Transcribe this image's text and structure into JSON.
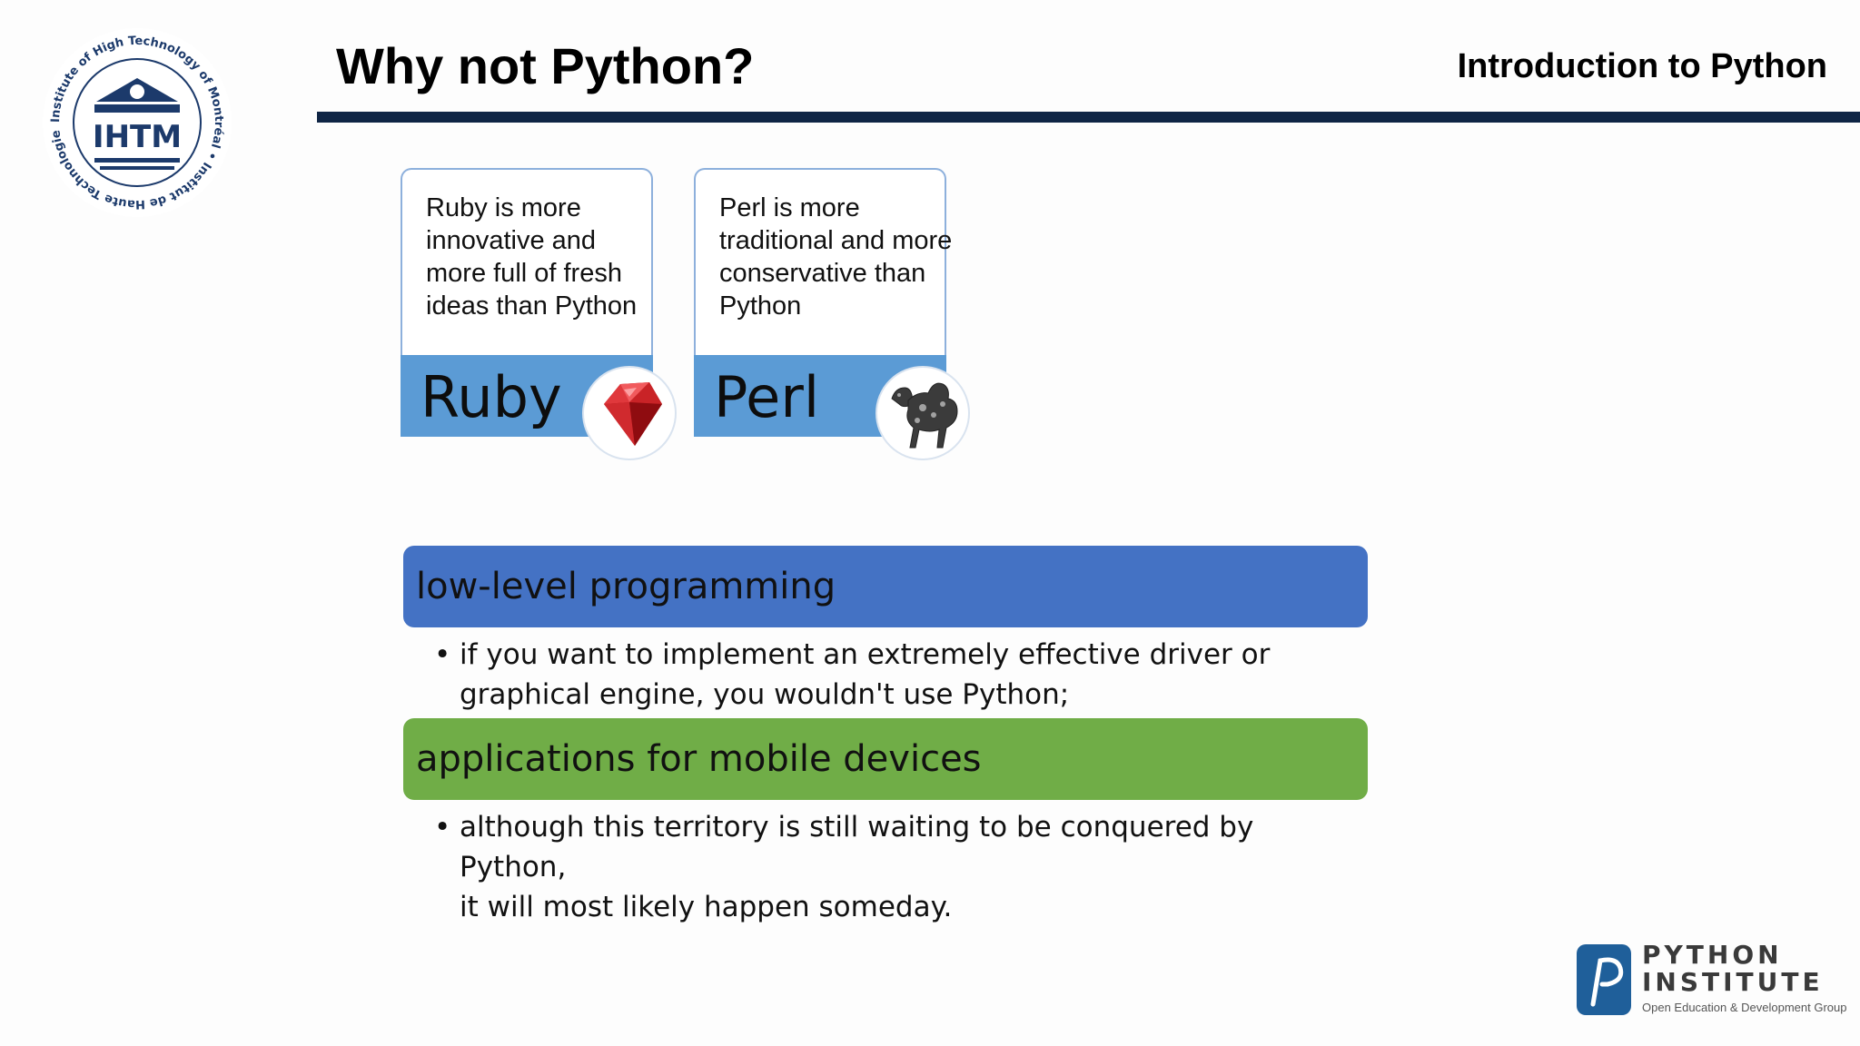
{
  "header": {
    "title": "Why not Python?",
    "subtitle": "Introduction to Python"
  },
  "logo": {
    "icon": "ihtm-logo-icon",
    "center_text": "IHTM",
    "ring_text": "Institute of High Technology of Montréal • Institut de Haute Technologie de Montréal •"
  },
  "cards": [
    {
      "description": "Ruby is more\ninnovative and\nmore full of fresh\nideas than Python",
      "name": "Ruby",
      "icon": "ruby-gem-icon"
    },
    {
      "description": "Perl is more\ntraditional and more\nconservative than\nPython",
      "name": "Perl",
      "icon": "perl-camel-icon"
    }
  ],
  "sections": [
    {
      "heading": "low-level programming",
      "bullet": "if you want to implement an extremely effective driver or\ngraphical engine, you wouldn't use Python;",
      "color": "#4472c4"
    },
    {
      "heading": "applications for mobile devices",
      "bullet": "although this territory is still waiting to be conquered by Python,\nit will most likely happen someday.",
      "color": "#70ad47"
    }
  ],
  "footer_logo": {
    "icon": "python-institute-icon",
    "line1": "PYTHON",
    "line2": "INSTITUTE",
    "tagline": "Open Education & Development Group"
  },
  "colors": {
    "rule": "#0f2545",
    "card_band": "#5b9bd5",
    "logo_navy": "#1c3a6b"
  }
}
